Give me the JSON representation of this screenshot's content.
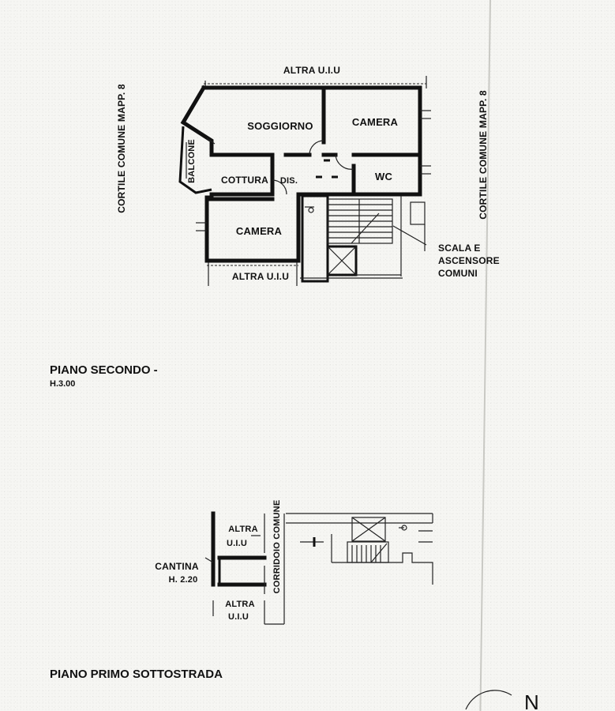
{
  "upper_plan": {
    "neighbor_top": "ALTRA U.I.U",
    "neighbor_bottom": "ALTRA U.I.U",
    "courtyard_left": "CORTILE COMUNE MAPP. 8",
    "courtyard_right": "CORTILE COMUNE MAPP. 8",
    "rooms": {
      "living": "SOGGIORNO",
      "bedroom_1": "CAMERA",
      "kitchen": "COTTURA",
      "hall": "DIS.",
      "bathroom": "WC",
      "bedroom_2": "CAMERA",
      "balcony": "BALCONE"
    },
    "stair_label": [
      "SCALA E",
      "ASCENSORE",
      "COMUNI"
    ],
    "floor_title": "PIANO SECONDO -",
    "floor_height": "H.3.00"
  },
  "lower_plan": {
    "neighbor_top": [
      "ALTRA",
      "U.I.U"
    ],
    "neighbor_bottom": [
      "ALTRA",
      "U.I.U"
    ],
    "corridor": "CORRIDOIO COMUNE",
    "cellar": [
      "CANTINA",
      "H. 2.20"
    ],
    "floor_title": "PIANO PRIMO SOTTOSTRADA"
  },
  "north_mark": "N"
}
